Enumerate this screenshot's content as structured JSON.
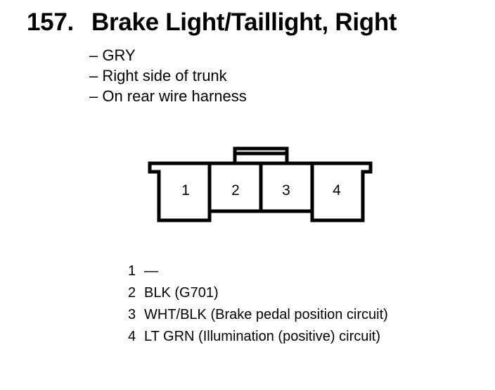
{
  "header": {
    "number": "157.",
    "title": "Brake Light/Taillight, Right"
  },
  "connector": {
    "details": [
      "– GRY",
      "– Right side of trunk",
      "– On rear wire harness"
    ],
    "cavity_labels": [
      "1",
      "2",
      "3",
      "4"
    ]
  },
  "pinout": [
    {
      "pin": "1",
      "desc": "—"
    },
    {
      "pin": "2",
      "desc": "BLK (G701)"
    },
    {
      "pin": "3",
      "desc": "WHT/BLK (Brake pedal position circuit)"
    },
    {
      "pin": "4",
      "desc": "LT GRN (Illumination (positive) circuit)"
    }
  ]
}
